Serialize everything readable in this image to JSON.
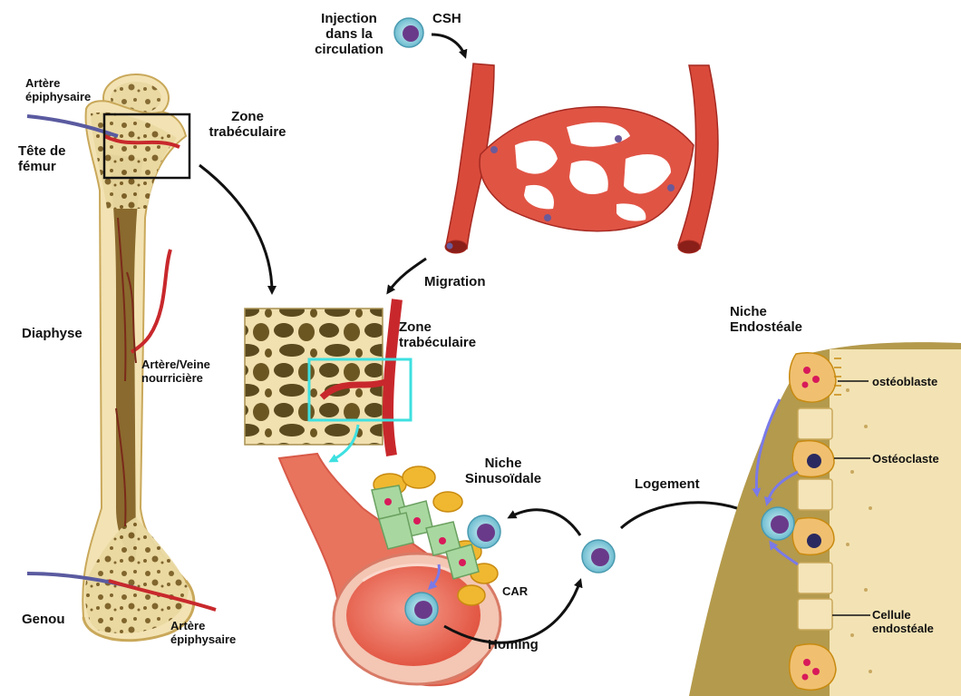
{
  "labels": {
    "injection": [
      "Injection",
      "dans la",
      "circulation"
    ],
    "csh": "CSH",
    "artere_epiphysaire_top": [
      "Artère",
      "épiphysaire"
    ],
    "tete_femur": [
      "Tête de",
      "fémur"
    ],
    "zone_trabeculaire_1": [
      "Zone",
      "trabéculaire"
    ],
    "zone_trabeculaire_2": [
      "Zone",
      "trabéculaire"
    ],
    "migration": "Migration",
    "diaphyse": "Diaphyse",
    "artere_veine": [
      "Artère/Veine",
      "nourricière"
    ],
    "niche_endosteale": [
      "Niche",
      "Endostéale"
    ],
    "osteoblaste": "ostéoblaste",
    "osteoclaste": "Ostéoclaste",
    "niche_sinusoidale": [
      "Niche",
      "Sinusoïdale"
    ],
    "logement": "Logement",
    "car": "CAR",
    "homing": "Homing",
    "genou": "Genou",
    "artere_epiphysaire_bottom": [
      "Artère",
      "épiphysaire"
    ],
    "cellule_endosteale": [
      "Cellule",
      "endostéale"
    ]
  },
  "colors": {
    "vessel_red": "#d94a3a",
    "artery_red": "#c8282c",
    "vein_blue": "#5a5aa0",
    "bone_cream": "#f3e3b4",
    "bone_tan": "#b49a4c",
    "marrow_brown": "#8a6a2e",
    "stem_cell_cyan": "#7cc6d6",
    "stem_cell_purple": "#6a3a8a",
    "car_orange": "#f0b830",
    "green_cell": "#a8d8a0",
    "highlight_cyan": "#3ee0e0",
    "flow_arrow": "#7a7ae8"
  }
}
